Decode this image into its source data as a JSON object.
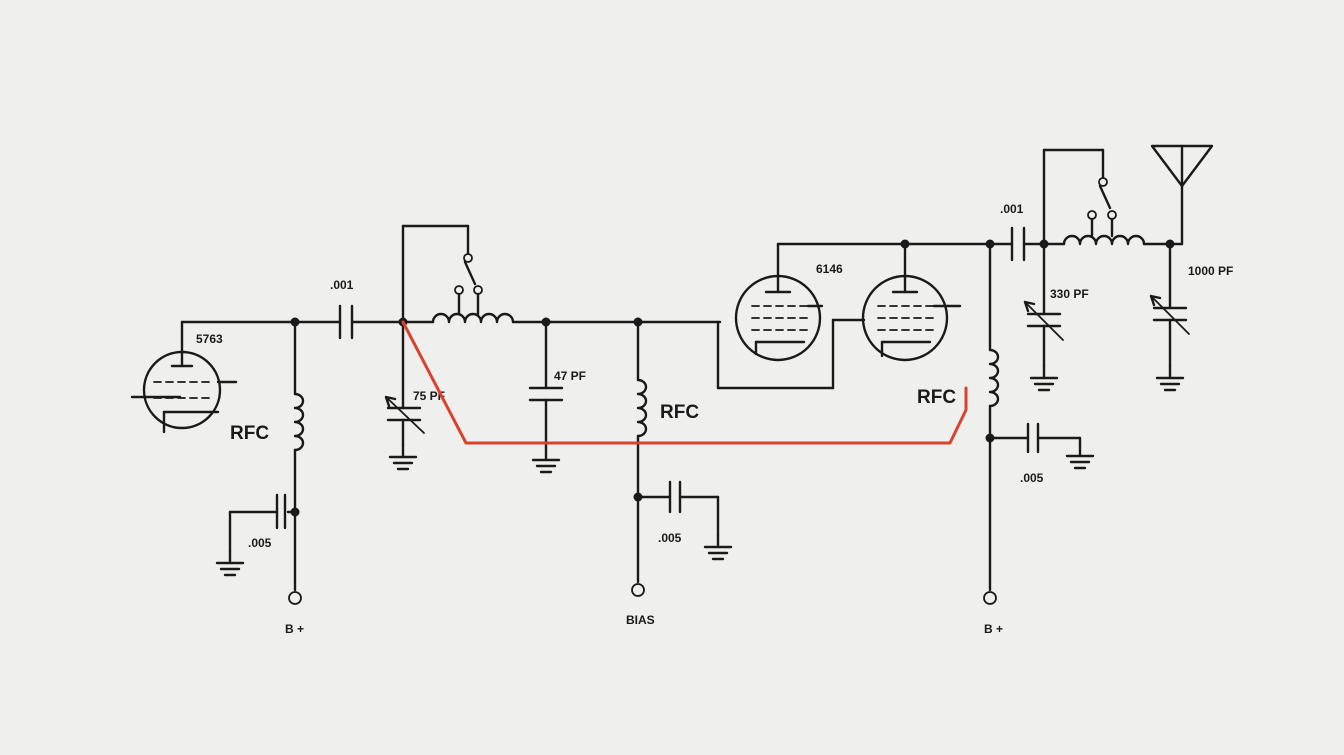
{
  "labels": {
    "tube_osc": "5763",
    "tube_pa": "6146",
    "cap_coupling_1": ".001",
    "cap_coupling_2": ".001",
    "cap_tune_1": "75 PF",
    "cap_fixed": "47 PF",
    "cap_plate": "330 PF",
    "cap_load": "1000 PF",
    "rfc_1": "RFC",
    "rfc_2": "RFC",
    "rfc_3": "RFC",
    "bypass_1": ".005",
    "bypass_2": ".005",
    "bypass_3": ".005",
    "terminal_bplus_1": "B +",
    "terminal_bias": "BIAS",
    "terminal_bplus_2": "B +"
  },
  "colors": {
    "ink": "#1a1a1a",
    "paper": "#efefed",
    "highlight": "#d9432e"
  }
}
